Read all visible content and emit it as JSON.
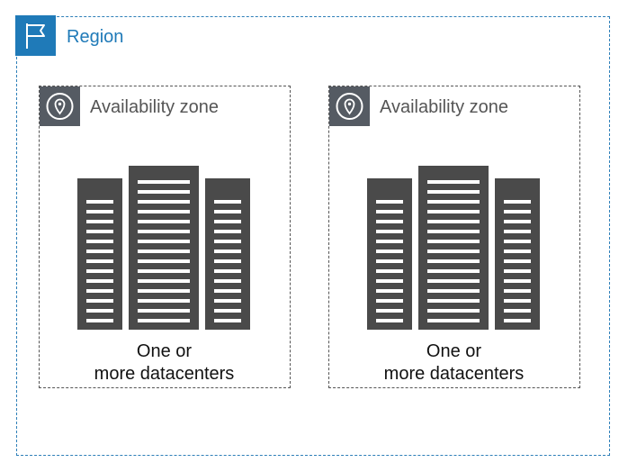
{
  "region": {
    "label": "Region",
    "icon": "flag-icon",
    "color": "#1f7ab8"
  },
  "zones": [
    {
      "label": "Availability zone",
      "icon": "location-pin-icon",
      "datacenter_icon": "datacenter-building-icon",
      "caption_line1": "One or",
      "caption_line2": "more datacenters"
    },
    {
      "label": "Availability zone",
      "icon": "location-pin-icon",
      "datacenter_icon": "datacenter-building-icon",
      "caption_line1": "One or",
      "caption_line2": "more datacenters"
    }
  ],
  "colors": {
    "region_border": "#2e7fb8",
    "zone_border": "#555555",
    "zone_icon_bg": "#555b63",
    "building": "#4a4a4a"
  }
}
